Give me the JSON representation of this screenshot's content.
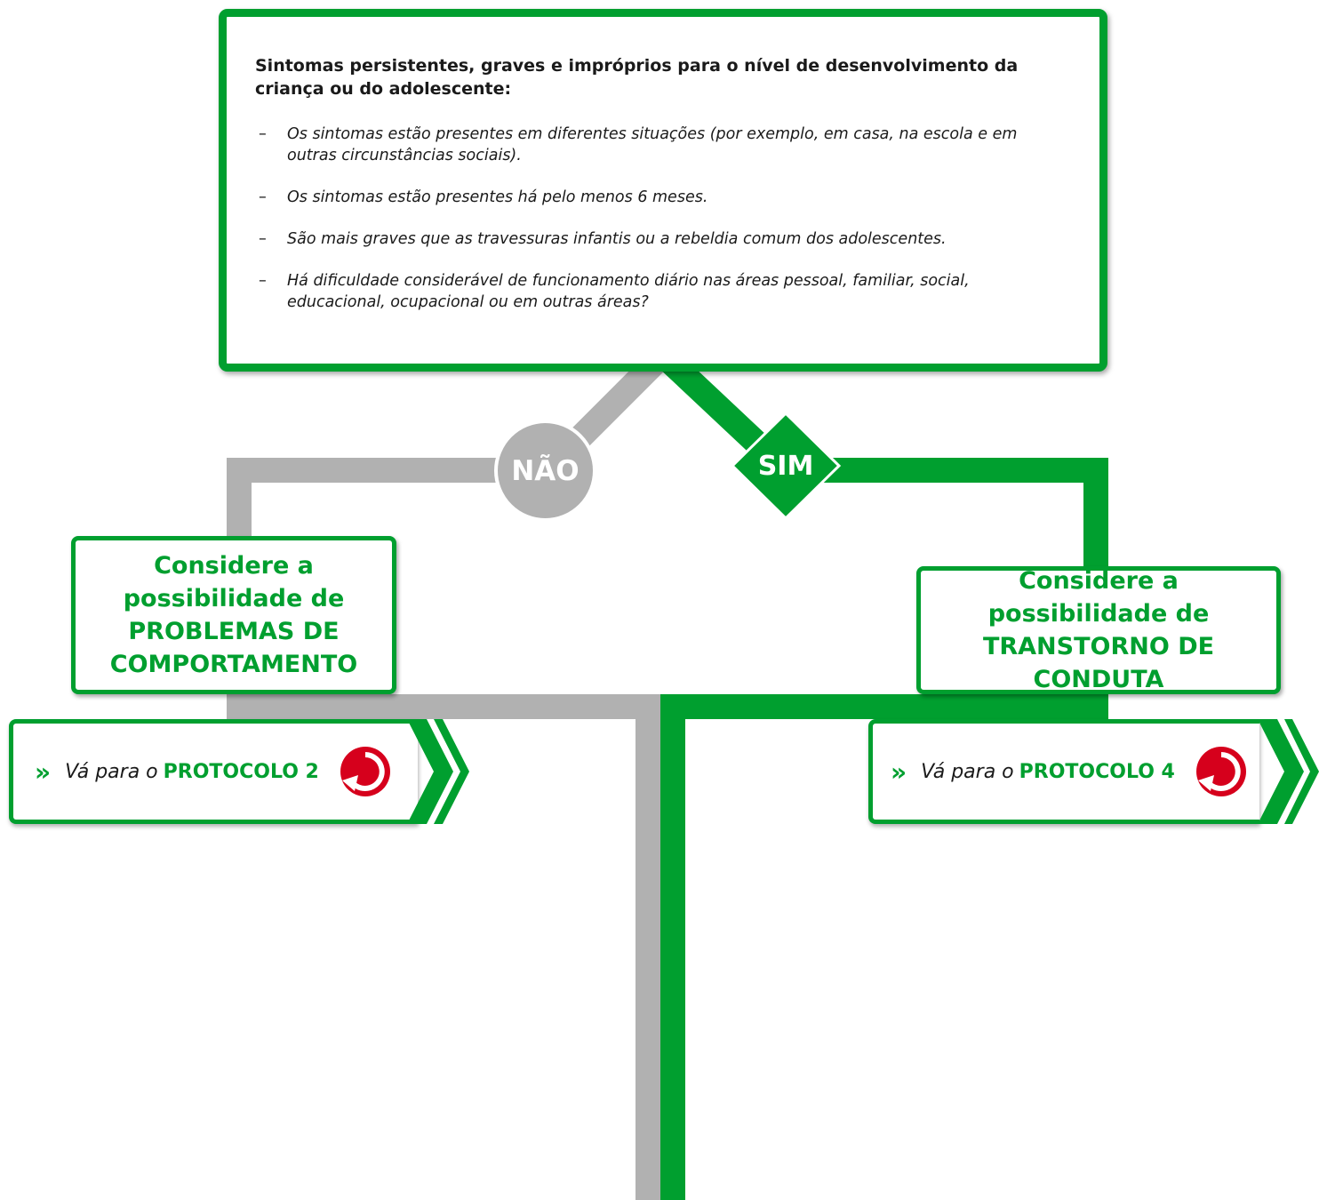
{
  "question": {
    "title": "Sintomas persistentes, graves e impróprios para o nível de desenvolvimento da criança ou do adolescente:",
    "bullet_symbol": "–",
    "criteria": [
      "Os sintomas estão presentes em diferentes situações (por exemplo, em casa, na escola e em outras circunstâncias sociais).",
      "Os sintomas estão presentes há pelo menos 6 meses.",
      "São mais graves que as travessuras infantis ou a rebeldia comum dos adolescentes.",
      "Há dificuldade considerável de funcionamento diário nas áreas pessoal, familiar, social, educacional, ocupacional ou em outras áreas?"
    ]
  },
  "branches": {
    "no": {
      "label": "NÃO",
      "color": "#b1b1b1",
      "outcome": "Considere a possibilidade de PROBLEMAS DE COMPORTAMENTO",
      "protocol": {
        "marker": "»",
        "prefix": "Vá para o",
        "name": "PROTOCOLO 2"
      }
    },
    "yes": {
      "label": "SIM",
      "color": "#009f2f",
      "outcome": "Considere a possibilidade de TRANSTORNO DE CONDUTA",
      "protocol": {
        "marker": "»",
        "prefix": "Vá para o",
        "name": "PROTOCOLO 4"
      }
    }
  },
  "icons": {
    "protocol_return": "circular-arrow-return-icon",
    "next": "double-chevron-right-icon"
  },
  "colors": {
    "accent_green": "#009f2f",
    "neutral_gray": "#b1b1b1",
    "protocol_red": "#d6001c"
  }
}
